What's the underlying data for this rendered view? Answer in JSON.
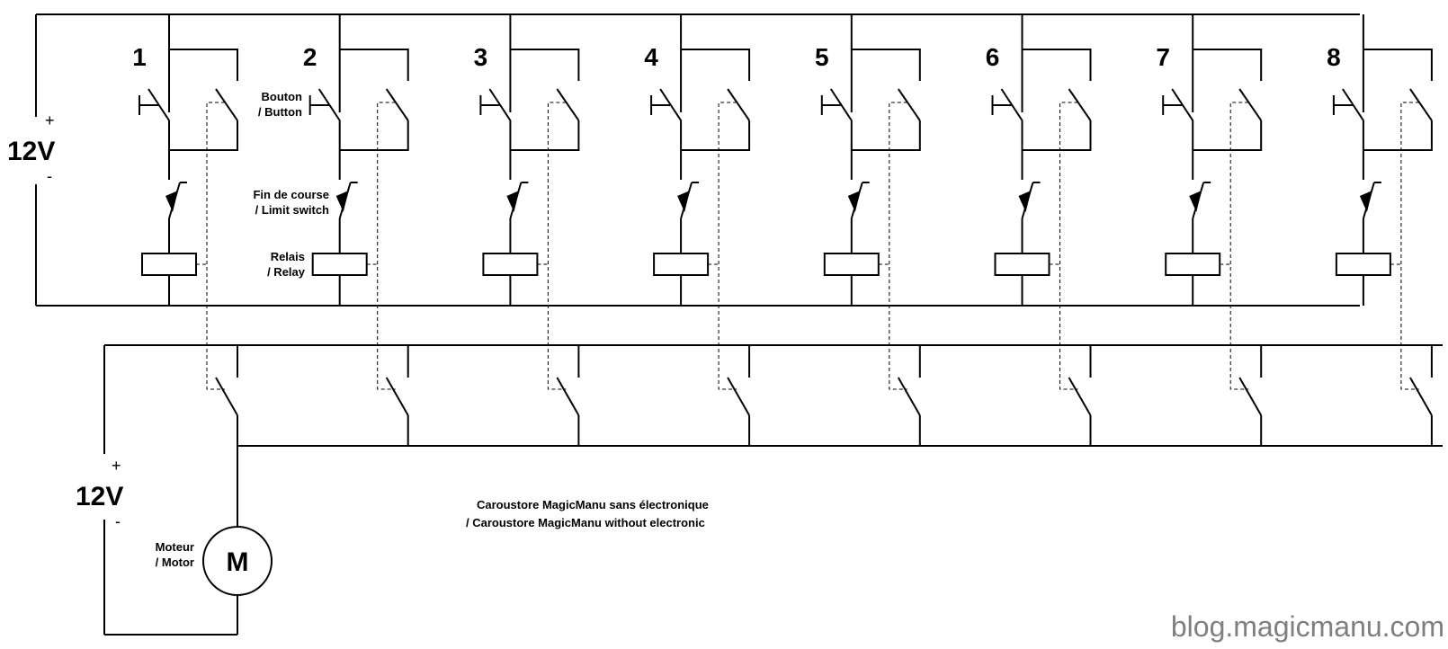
{
  "channels": [
    "1",
    "2",
    "3",
    "4",
    "5",
    "6",
    "7",
    "8"
  ],
  "supply_top": {
    "voltage": "12V",
    "plus": "+",
    "minus": "-"
  },
  "supply_bottom": {
    "voltage": "12V",
    "plus": "+",
    "minus": "-"
  },
  "labels": {
    "button_fr": "Bouton",
    "button_en": "/ Button",
    "limit_fr": "Fin de course",
    "limit_en": "/ Limit switch",
    "relay_fr": "Relais",
    "relay_en": "/ Relay",
    "motor_fr": "Moteur",
    "motor_en": "/ Motor"
  },
  "motor_symbol": "M",
  "caption": {
    "line1": "Caroustore MagicManu sans électronique",
    "line2": "/ Caroustore MagicManu without electronic"
  },
  "watermark": "blog.magicmanu.com"
}
